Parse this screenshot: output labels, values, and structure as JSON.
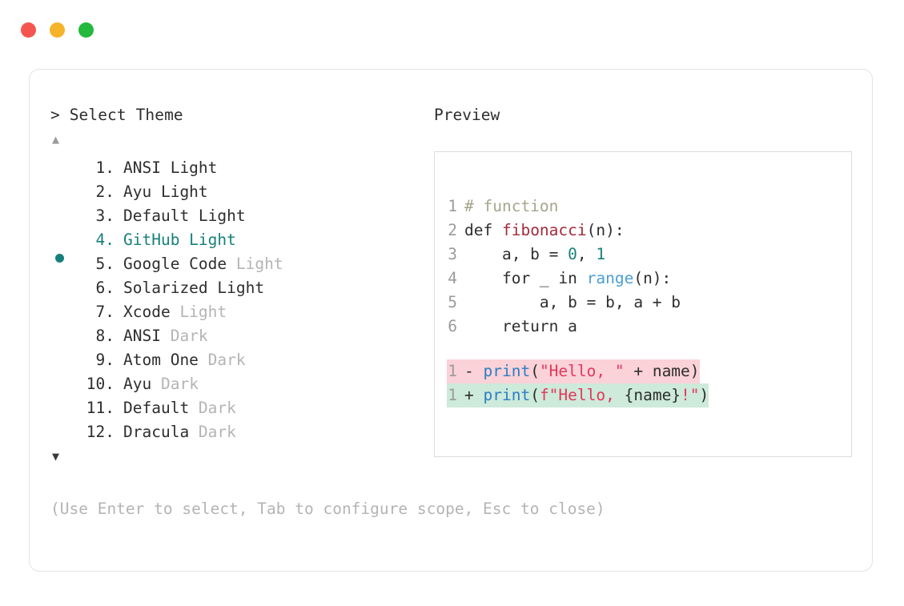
{
  "window": {
    "dots": [
      {
        "name": "close",
        "color": "#f4564f"
      },
      {
        "name": "minimize",
        "color": "#f5b32a"
      },
      {
        "name": "maximize",
        "color": "#22b93c"
      }
    ]
  },
  "left": {
    "prompt_caret": ">",
    "prompt_label": "Select Theme",
    "scroll_up": "▲",
    "scroll_down": "▼",
    "selected_index": 4,
    "accent": "#17807a",
    "muted": "#b4b4b4",
    "items": [
      {
        "index": "1.",
        "name": "ANSI Light",
        "suffix": "",
        "selected": false
      },
      {
        "index": "2.",
        "name": "Ayu Light",
        "suffix": "",
        "selected": false
      },
      {
        "index": "3.",
        "name": "Default Light",
        "suffix": "",
        "selected": false
      },
      {
        "index": "4.",
        "name": "GitHub Light",
        "suffix": "",
        "selected": true
      },
      {
        "index": "5.",
        "name": "Google Code",
        "suffix": " Light",
        "selected": false
      },
      {
        "index": "6.",
        "name": "Solarized Light",
        "suffix": "",
        "selected": false
      },
      {
        "index": "7.",
        "name": "Xcode",
        "suffix": " Light",
        "selected": false
      },
      {
        "index": "8.",
        "name": "ANSI",
        "suffix": " Dark",
        "selected": false
      },
      {
        "index": "9.",
        "name": "Atom One",
        "suffix": " Dark",
        "selected": false
      },
      {
        "index": "10.",
        "name": "Ayu",
        "suffix": " Dark",
        "selected": false
      },
      {
        "index": "11.",
        "name": "Default",
        "suffix": " Dark",
        "selected": false
      },
      {
        "index": "12.",
        "name": "Dracula",
        "suffix": " Dark",
        "selected": false
      }
    ],
    "hint": "(Use Enter to select, Tab to configure scope, Esc to close)"
  },
  "right": {
    "preview_title": "Preview",
    "code_lines": [
      {
        "no": "1",
        "tokens": [
          {
            "t": "# function",
            "c": "tok-comment"
          }
        ]
      },
      {
        "no": "2",
        "tokens": [
          {
            "t": "def ",
            "c": "tok-kw"
          },
          {
            "t": "fibonacci",
            "c": "tok-fn"
          },
          {
            "t": "(n):",
            "c": "tok-plain"
          }
        ]
      },
      {
        "no": "3",
        "tokens": [
          {
            "t": "    a, b = ",
            "c": "tok-plain"
          },
          {
            "t": "0",
            "c": "tok-num"
          },
          {
            "t": ", ",
            "c": "tok-plain"
          },
          {
            "t": "1",
            "c": "tok-num"
          }
        ]
      },
      {
        "no": "4",
        "tokens": [
          {
            "t": "    for _ in ",
            "c": "tok-plain"
          },
          {
            "t": "range",
            "c": "tok-builtin"
          },
          {
            "t": "(n):",
            "c": "tok-plain"
          }
        ]
      },
      {
        "no": "5",
        "tokens": [
          {
            "t": "        a, b = b, a + b",
            "c": "tok-plain"
          }
        ]
      },
      {
        "no": "6",
        "tokens": [
          {
            "t": "    return a",
            "c": "tok-plain"
          }
        ]
      }
    ],
    "diff_lines": [
      {
        "no": "1",
        "kind": "del",
        "sign": "-",
        "bg": "#fad2d7",
        "tokens": [
          {
            "t": "print",
            "c": "tok-print"
          },
          {
            "t": "(",
            "c": "tok-plain"
          },
          {
            "t": "\"Hello, \"",
            "c": "tok-str"
          },
          {
            "t": " + name)",
            "c": "tok-plain"
          }
        ]
      },
      {
        "no": "1",
        "kind": "add",
        "sign": "+",
        "bg": "#cdeada",
        "tokens": [
          {
            "t": "print",
            "c": "tok-print"
          },
          {
            "t": "(",
            "c": "tok-plain"
          },
          {
            "t": "f\"Hello, ",
            "c": "tok-str"
          },
          {
            "t": "{name}",
            "c": "tok-plain"
          },
          {
            "t": "!\"",
            "c": "tok-str"
          },
          {
            "t": ")",
            "c": "tok-plain"
          }
        ]
      }
    ]
  }
}
